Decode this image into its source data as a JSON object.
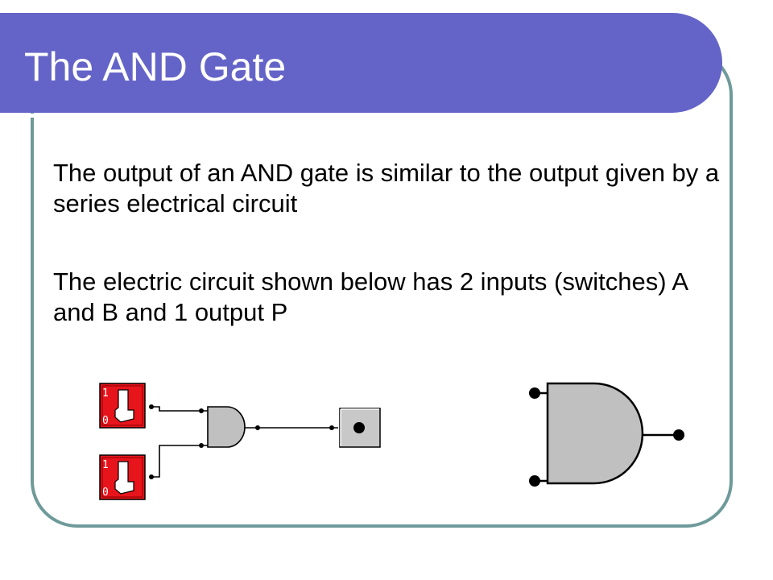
{
  "slide": {
    "title": "The AND Gate",
    "paragraphs": [
      "The output of an AND gate is similar to the output given by a series electrical circuit",
      "The electric circuit shown below has 2 inputs (switches) A and B and 1 output P"
    ]
  },
  "circuit": {
    "switches": [
      {
        "label_on": "1",
        "label_off": "0"
      },
      {
        "label_on": "1",
        "label_off": "0"
      }
    ],
    "gate": "AND",
    "output": "lamp"
  },
  "colors": {
    "title_bar": "#6464c8",
    "frame_border": "#6f9a9a",
    "switch_red": "#e8141c",
    "gate_fill": "#c0c0c0"
  }
}
